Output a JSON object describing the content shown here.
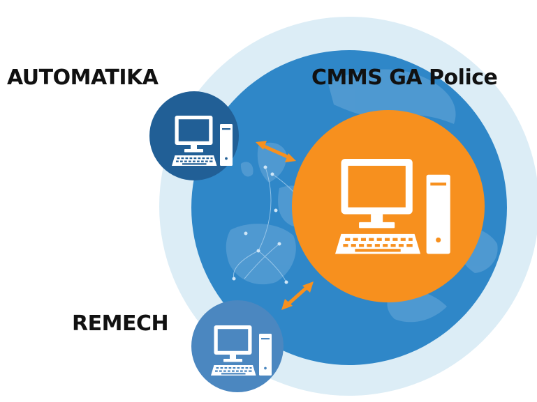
{
  "labels": {
    "automatika": "AUTOMATIKA",
    "cmms": "CMMS GA Police",
    "remech": "REMECH"
  },
  "nodes": {
    "automatika": {
      "icon": "computer-icon",
      "color": "#215f96"
    },
    "cmms": {
      "icon": "computer-icon",
      "color": "#f7901e"
    },
    "remech": {
      "icon": "computer-icon",
      "color": "#4b87c0"
    }
  },
  "connections": [
    {
      "from": "automatika",
      "to": "cmms",
      "type": "bidirectional"
    },
    {
      "from": "remech",
      "to": "cmms",
      "type": "bidirectional"
    }
  ],
  "colors": {
    "outer_ring": "#dcedf6",
    "globe": "#2f87c8",
    "arrow": "#f7901e",
    "land": "#5a9fd4"
  }
}
